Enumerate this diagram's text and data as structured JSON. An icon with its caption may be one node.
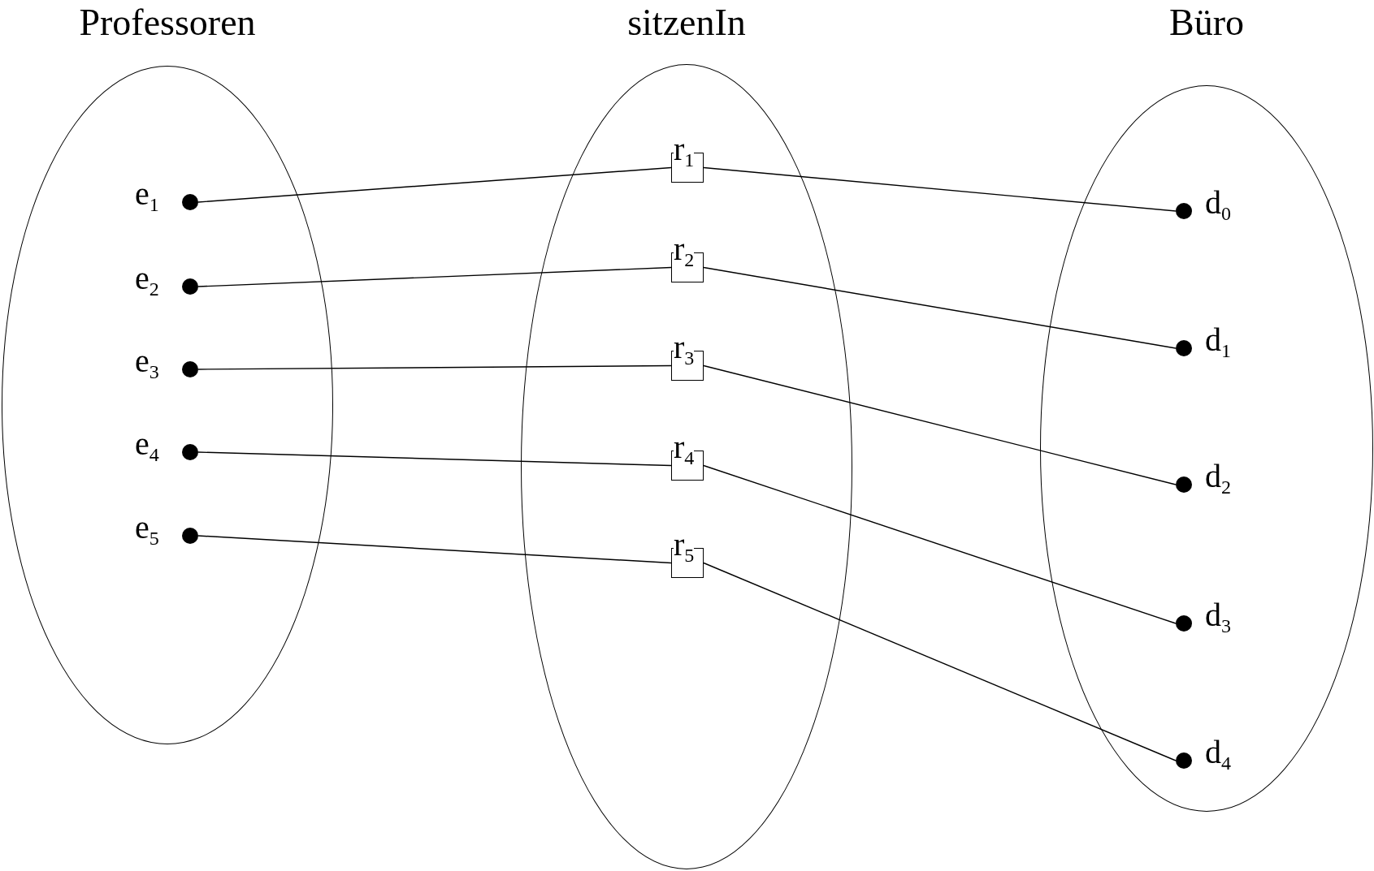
{
  "diagram": {
    "nodes": [
      {
        "text": [
          "Professoren"
        ]
      },
      {
        "text": [
          "sitzenIn"
        ]
      },
      {
        "text": [
          "Büro"
        ]
      },
      {
        "text": [
          "e$_{1}$"
        ],
        "in": 0
      },
      {
        "text": [
          "e$_{2}$"
        ],
        "in": 0
      },
      {
        "text": [
          "e$_{3}$"
        ],
        "in": 0
      },
      {
        "text": [
          "e$_{4}$"
        ],
        "in": 0
      },
      {
        "text": [
          "e$_{5}$"
        ],
        "in": 0
      },
      {
        "text": [
          "r$_{1}$"
        ],
        "in": 1
      },
      {
        "text": [
          "r$_{2}$"
        ],
        "in": 1
      },
      {
        "text": [
          "r$_{3}$"
        ],
        "in": 1
      },
      {
        "text": [
          "r$_{4}$"
        ],
        "in": 1
      },
      {
        "text": [
          "r$_{5}$"
        ],
        "in": 1
      },
      {
        "text": [
          "d$_{0}$"
        ],
        "in": 2
      },
      {
        "text": [
          "d$_{1}$"
        ],
        "in": 2
      },
      {
        "text": [
          "d$_{2}$"
        ],
        "in": 2
      },
      {
        "text": [
          "d$_{3}$"
        ],
        "in": 2
      },
      {
        "text": [
          "d$_{4}$"
        ],
        "in": 2
      }
    ],
    "edges": [
      {
        "from": 3,
        "to": 8,
        "arrow": "none"
      },
      {
        "from": 4,
        "to": 9,
        "arrow": "none"
      },
      {
        "from": 5,
        "to": 10,
        "arrow": "none"
      },
      {
        "from": 6,
        "to": 11,
        "arrow": "none"
      },
      {
        "from": 7,
        "to": 12,
        "arrow": "none"
      },
      {
        "from": 8,
        "to": 13,
        "arrow": "none"
      },
      {
        "from": 9,
        "to": 14,
        "arrow": "none"
      },
      {
        "from": 10,
        "to": 15,
        "arrow": "none"
      },
      {
        "from": 11,
        "to": 16,
        "arrow": "none"
      },
      {
        "from": 12,
        "to": 17,
        "arrow": "none"
      }
    ]
  }
}
